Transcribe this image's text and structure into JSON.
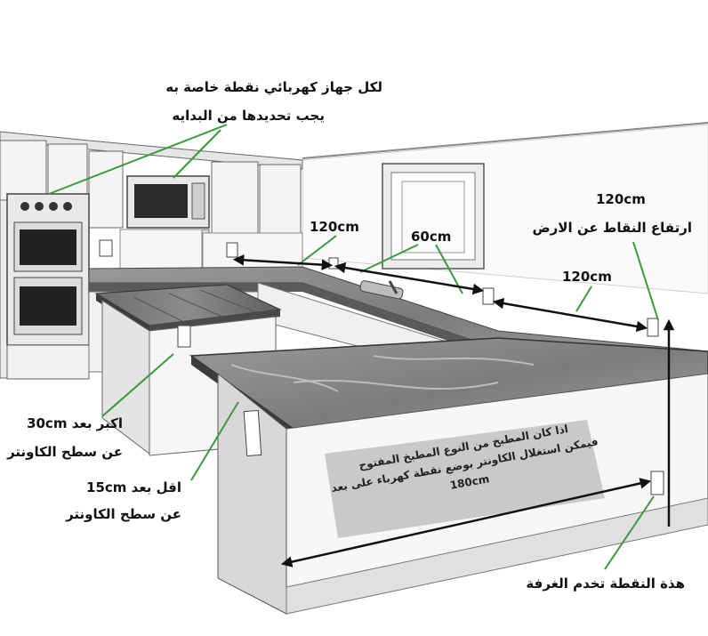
{
  "labels": {
    "top_note_line1": "لكل جهاز كهربائي نقطة خاصة به",
    "top_note_line2": "يجب تحديدها من البدايه",
    "dim_120_left": "120cm",
    "dim_60": "60cm",
    "dim_120_top_right": "120cm",
    "height_note": "ارتفاع النقاط عن الارض",
    "dim_120_right": "120cm",
    "above_30_line1": "اكبر بعد 30cm",
    "above_30_line2": "عن سطح الكاونتر",
    "below_15_line1": "اقل بعد 15cm",
    "below_15_line2": "عن سطح الكاونتر",
    "panel_line1": "اذا كان المطبخ من النوع المطبخ المفتوح",
    "panel_line2": "فيمكن استغلال الكاونتر بوضع نقطة كهرباء على بعد",
    "panel_line3": "180cm",
    "room_outlet_note": "هذة النقطة تخدم الغرفة"
  },
  "colors": {
    "pointer_green": "#3a9a3a",
    "dimension_arrow": "#111111",
    "countertop": "#8a8a8a",
    "cabinet": "#f2f2f2",
    "outline": "#444444"
  }
}
